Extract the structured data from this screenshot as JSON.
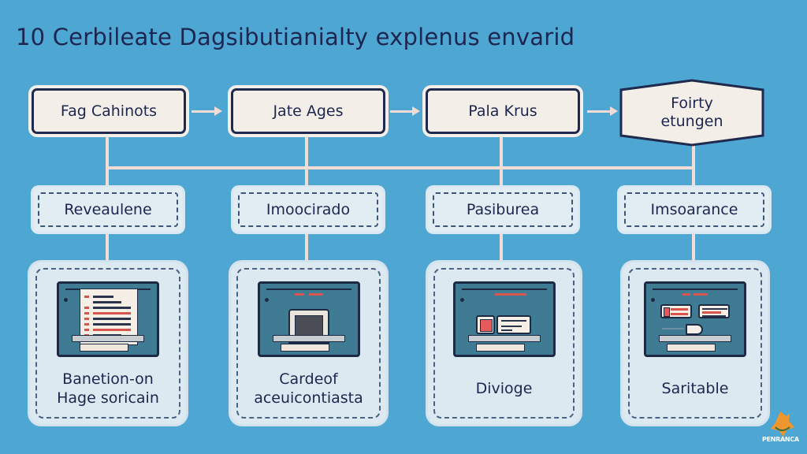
{
  "title": "10 Cerbileate Dagsibutianialty explenus envarid",
  "top_row": [
    {
      "label": "Fag Cahinots"
    },
    {
      "label": "Jate Ages"
    },
    {
      "label": "Pala Krus"
    },
    {
      "label_line1": "Foirty",
      "label_line2": "etungen"
    }
  ],
  "middle_row": [
    {
      "label": "Reveaulene"
    },
    {
      "label": "Imoocirado"
    },
    {
      "label": "Pasiburea"
    },
    {
      "label": "Imsoarance"
    }
  ],
  "cards": [
    {
      "label_line1": "Banetion-on",
      "label_line2": "Hage soricain",
      "icon": "document-screen-icon"
    },
    {
      "label_line1": "Cardeof",
      "label_line2": "aceuicontiasta",
      "icon": "laptop-screen-icon"
    },
    {
      "label_line1": "Divioge",
      "label_line2": "",
      "icon": "dialog-screen-icon"
    },
    {
      "label_line1": "Saritable",
      "label_line2": "",
      "icon": "transfer-screen-icon"
    }
  ],
  "logo": {
    "text": "PENRANCA"
  },
  "colors": {
    "background": "#4ea6d2",
    "connector": "#f3dcd6",
    "box_border": "#1f2a4e",
    "text": "#1d2650",
    "accent_red": "#e75a5c"
  }
}
